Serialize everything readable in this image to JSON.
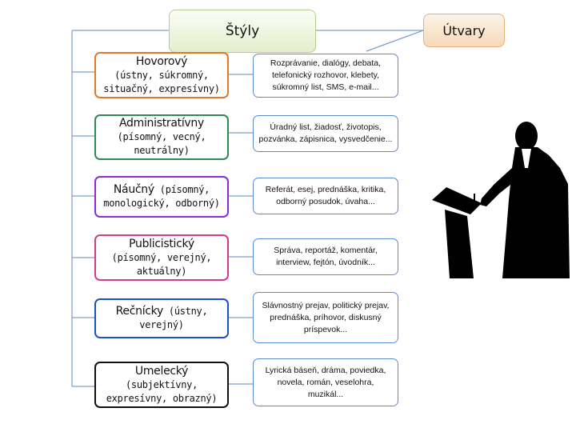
{
  "header": {
    "title": "Štýly",
    "forms_label": "Útvary"
  },
  "styles": [
    {
      "name": "Hovorový",
      "inline_desc": "",
      "desc": "(ústny, súkromný, situačný, expresívny)",
      "border": "#e07828",
      "form": "Rozprávanie, dialógy, debata, telefonický rozhovor, klebety, súkromný list, SMS, e-mail..."
    },
    {
      "name": "Administratívny",
      "inline_desc": "",
      "desc": "(písomný, vecný, neutrálny)",
      "border": "#2e8b57",
      "form": "Úradný list, žiadosť, životopis, pozvánka, zápisnica, vysvedčenie..."
    },
    {
      "name": "Náučný",
      "inline_desc": " (písomný,",
      "desc": "monologický, odborný)",
      "border": "#8a2be2",
      "form": "Referát, esej, prednáška, kritika, odborný posudok, úvaha..."
    },
    {
      "name": "Publicistický",
      "inline_desc": "",
      "desc": "(písomný, verejný, aktuálny)",
      "border": "#d63a8a",
      "form": "Správa, reportáž, komentár, interview, fejtón, úvodník..."
    },
    {
      "name": "Rečnícky",
      "inline_desc": " (ústny,",
      "desc": "verejný)",
      "border": "#1a4fd0",
      "form": "Slávnostný prejav, politický prejav, prednáška, príhovor, diskusný príspevok..."
    },
    {
      "name": "Umelecký",
      "inline_desc": "",
      "desc": "(subjektívny, expresívny, obrazný)",
      "border": "#111111",
      "form": "Lyrická báseň, dráma, poviedka, novela, román, veselohra, muzikál..."
    }
  ],
  "colors": {
    "connector": "#7aa0c8",
    "form_border": "#5a8ed0",
    "title_border": "#b5cf8e",
    "utvary_border": "#e8b07a"
  },
  "image": {
    "icon": "speaker-at-lectern-silhouette"
  }
}
